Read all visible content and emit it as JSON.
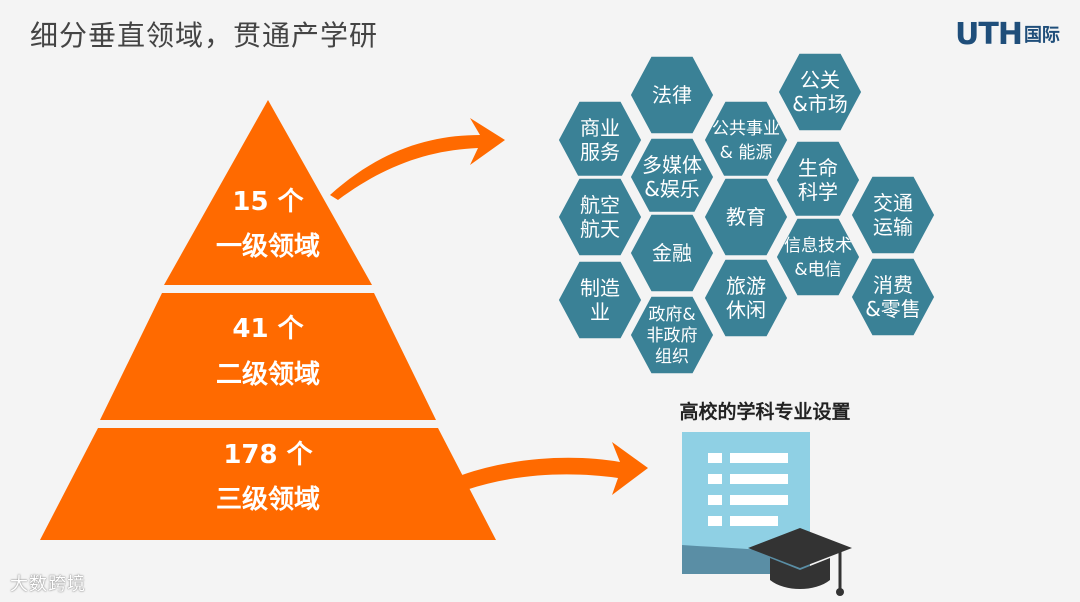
{
  "page_title": "细分垂直领域，贯通产学研",
  "logo": {
    "mark": "UTH",
    "text": "国际",
    "color": "#1f4e7a"
  },
  "pyramid": {
    "color": "#ff6a00",
    "levels": [
      {
        "count": "15 个",
        "name": "一级领域"
      },
      {
        "count": "41 个",
        "name": "二级领域"
      },
      {
        "count": "178 个",
        "name": "三级领域"
      }
    ]
  },
  "hexagons": {
    "color": "#3a8196",
    "items": [
      {
        "label1": "法律",
        "label2": ""
      },
      {
        "label1": "公关",
        "label2": "&市场"
      },
      {
        "label1": "商业",
        "label2": "服务"
      },
      {
        "label1": "公共事业",
        "label2": "& 能源"
      },
      {
        "label1": "多媒体",
        "label2": "&娱乐"
      },
      {
        "label1": "生命",
        "label2": "科学"
      },
      {
        "label1": "航空",
        "label2": "航天"
      },
      {
        "label1": "教育",
        "label2": ""
      },
      {
        "label1": "交通",
        "label2": "运输"
      },
      {
        "label1": "金融",
        "label2": ""
      },
      {
        "label1": "信息技术",
        "label2": "&电信"
      },
      {
        "label1": "制造",
        "label2": "业"
      },
      {
        "label1": "旅游",
        "label2": "休闲"
      },
      {
        "label1": "消费",
        "label2": "&零售"
      },
      {
        "label1": "政府&",
        "label2": "非政府",
        "label3": "组织"
      }
    ]
  },
  "document_caption": "高校的学科专业设置",
  "watermark": "大数跨境",
  "colors": {
    "arrow": "#ff6a00",
    "document": "#8fd0e4",
    "document_dark": "#5a8ea5",
    "cap": "#333333"
  }
}
